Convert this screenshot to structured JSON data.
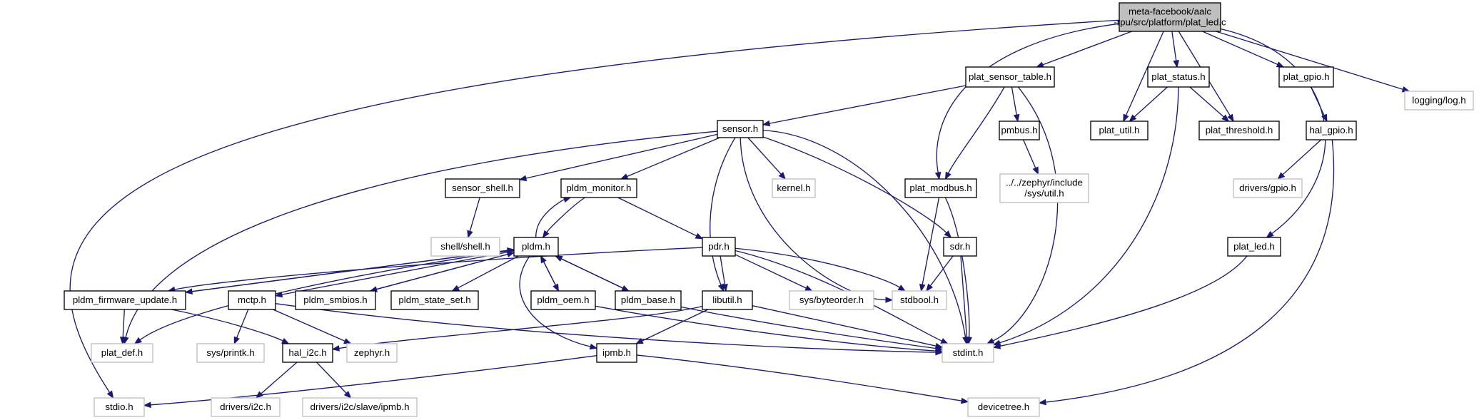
{
  "colors": {
    "edge": "#191970",
    "root_fill": "#bfbfbf",
    "node_fill": "#ffffff",
    "node_border": "#000000",
    "external_border": "#bfbfbf",
    "external_text": "#808080",
    "text": "#000000"
  },
  "nodes": [
    {
      "id": "root",
      "lines": [
        "meta-facebook/aalc",
        "-rpu/src/platform/plat_led.c"
      ],
      "kind": "root"
    },
    {
      "id": "plat_sensor_table",
      "lines": [
        "plat_sensor_table.h"
      ],
      "kind": "internal"
    },
    {
      "id": "plat_status",
      "lines": [
        "plat_status.h"
      ],
      "kind": "internal"
    },
    {
      "id": "plat_gpio",
      "lines": [
        "plat_gpio.h"
      ],
      "kind": "internal"
    },
    {
      "id": "logging_log",
      "lines": [
        "logging/log.h"
      ],
      "kind": "external"
    },
    {
      "id": "sensor",
      "lines": [
        "sensor.h"
      ],
      "kind": "internal"
    },
    {
      "id": "pmbus",
      "lines": [
        "pmbus.h"
      ],
      "kind": "internal"
    },
    {
      "id": "plat_util",
      "lines": [
        "plat_util.h"
      ],
      "kind": "internal"
    },
    {
      "id": "plat_threshold",
      "lines": [
        "plat_threshold.h"
      ],
      "kind": "internal"
    },
    {
      "id": "hal_gpio",
      "lines": [
        "hal_gpio.h"
      ],
      "kind": "internal"
    },
    {
      "id": "sensor_shell",
      "lines": [
        "sensor_shell.h"
      ],
      "kind": "internal"
    },
    {
      "id": "pldm_monitor",
      "lines": [
        "pldm_monitor.h"
      ],
      "kind": "internal"
    },
    {
      "id": "kernel",
      "lines": [
        "kernel.h"
      ],
      "kind": "external"
    },
    {
      "id": "plat_modbus",
      "lines": [
        "plat_modbus.h"
      ],
      "kind": "internal"
    },
    {
      "id": "zephyr_sys_util",
      "lines": [
        "../../zephyr/include",
        "/sys/util.h"
      ],
      "kind": "external"
    },
    {
      "id": "drivers_gpio",
      "lines": [
        "drivers/gpio.h"
      ],
      "kind": "external"
    },
    {
      "id": "shell_shell",
      "lines": [
        "shell/shell.h"
      ],
      "kind": "external"
    },
    {
      "id": "pldm",
      "lines": [
        "pldm.h"
      ],
      "kind": "internal"
    },
    {
      "id": "pdr",
      "lines": [
        "pdr.h"
      ],
      "kind": "internal"
    },
    {
      "id": "sdr",
      "lines": [
        "sdr.h"
      ],
      "kind": "internal"
    },
    {
      "id": "plat_led",
      "lines": [
        "plat_led.h"
      ],
      "kind": "internal"
    },
    {
      "id": "pldm_firmware_update",
      "lines": [
        "pldm_firmware_update.h"
      ],
      "kind": "internal"
    },
    {
      "id": "mctp",
      "lines": [
        "mctp.h"
      ],
      "kind": "internal"
    },
    {
      "id": "pldm_smbios",
      "lines": [
        "pldm_smbios.h"
      ],
      "kind": "internal"
    },
    {
      "id": "pldm_state_set",
      "lines": [
        "pldm_state_set.h"
      ],
      "kind": "internal"
    },
    {
      "id": "pldm_oem",
      "lines": [
        "pldm_oem.h"
      ],
      "kind": "internal"
    },
    {
      "id": "pldm_base",
      "lines": [
        "pldm_base.h"
      ],
      "kind": "internal"
    },
    {
      "id": "libutil",
      "lines": [
        "libutil.h"
      ],
      "kind": "internal"
    },
    {
      "id": "sys_byteorder",
      "lines": [
        "sys/byteorder.h"
      ],
      "kind": "external"
    },
    {
      "id": "stdbool",
      "lines": [
        "stdbool.h"
      ],
      "kind": "external"
    },
    {
      "id": "plat_def",
      "lines": [
        "plat_def.h"
      ],
      "kind": "external"
    },
    {
      "id": "sys_printk",
      "lines": [
        "sys/printk.h"
      ],
      "kind": "external"
    },
    {
      "id": "hal_i2c",
      "lines": [
        "hal_i2c.h"
      ],
      "kind": "internal"
    },
    {
      "id": "zephyr",
      "lines": [
        "zephyr.h"
      ],
      "kind": "external"
    },
    {
      "id": "stdint",
      "lines": [
        "stdint.h"
      ],
      "kind": "external"
    },
    {
      "id": "ipmb",
      "lines": [
        "ipmb.h"
      ],
      "kind": "internal"
    },
    {
      "id": "stdio",
      "lines": [
        "stdio.h"
      ],
      "kind": "external"
    },
    {
      "id": "drivers_i2c",
      "lines": [
        "drivers/i2c.h"
      ],
      "kind": "external"
    },
    {
      "id": "drivers_i2c_slave_ipmb",
      "lines": [
        "drivers/i2c/slave/ipmb.h"
      ],
      "kind": "external"
    },
    {
      "id": "devicetree",
      "lines": [
        "devicetree.h"
      ],
      "kind": "external"
    }
  ],
  "edges": [
    {
      "from": "root",
      "to": "plat_sensor_table"
    },
    {
      "from": "root",
      "to": "plat_status"
    },
    {
      "from": "root",
      "to": "plat_gpio"
    },
    {
      "from": "root",
      "to": "logging_log"
    },
    {
      "from": "root",
      "to": "plat_util"
    },
    {
      "from": "root",
      "to": "plat_threshold"
    },
    {
      "from": "root",
      "to": "plat_modbus"
    },
    {
      "from": "root",
      "to": "plat_led"
    },
    {
      "from": "root",
      "to": "stdio"
    },
    {
      "from": "plat_sensor_table",
      "to": "sensor"
    },
    {
      "from": "plat_sensor_table",
      "to": "pmbus"
    },
    {
      "from": "plat_sensor_table",
      "to": "plat_modbus"
    },
    {
      "from": "plat_sensor_table",
      "to": "stdint"
    },
    {
      "from": "plat_status",
      "to": "plat_util"
    },
    {
      "from": "plat_status",
      "to": "plat_threshold"
    },
    {
      "from": "plat_status",
      "to": "stdint"
    },
    {
      "from": "plat_gpio",
      "to": "hal_gpio"
    },
    {
      "from": "hal_gpio",
      "to": "drivers_gpio"
    },
    {
      "from": "hal_gpio",
      "to": "devicetree"
    },
    {
      "from": "pmbus",
      "to": "zephyr_sys_util"
    },
    {
      "from": "sensor",
      "to": "sensor_shell"
    },
    {
      "from": "sensor",
      "to": "pldm_monitor"
    },
    {
      "from": "sensor",
      "to": "kernel"
    },
    {
      "from": "sensor",
      "to": "sdr"
    },
    {
      "from": "sensor",
      "to": "stdbool"
    },
    {
      "from": "sensor",
      "to": "stdint"
    },
    {
      "from": "sensor",
      "to": "libutil"
    },
    {
      "from": "sensor",
      "to": "plat_def"
    },
    {
      "from": "sensor_shell",
      "to": "shell_shell"
    },
    {
      "from": "pldm_monitor",
      "to": "pldm"
    },
    {
      "from": "pldm_monitor",
      "to": "pdr"
    },
    {
      "from": "pldm",
      "to": "pldm_monitor"
    },
    {
      "from": "pldm",
      "to": "pldm_firmware_update"
    },
    {
      "from": "pldm",
      "to": "mctp"
    },
    {
      "from": "pldm",
      "to": "pldm_smbios"
    },
    {
      "from": "pldm",
      "to": "pldm_state_set"
    },
    {
      "from": "pldm",
      "to": "pldm_oem"
    },
    {
      "from": "pldm",
      "to": "pldm_base"
    },
    {
      "from": "pldm",
      "to": "ipmb"
    },
    {
      "from": "pldm",
      "to": "plat_def"
    },
    {
      "from": "pldm_firmware_update",
      "to": "pldm"
    },
    {
      "from": "pldm_firmware_update",
      "to": "plat_def"
    },
    {
      "from": "pldm_firmware_update",
      "to": "hal_i2c"
    },
    {
      "from": "pldm_smbios",
      "to": "pldm"
    },
    {
      "from": "pldm_oem",
      "to": "pldm"
    },
    {
      "from": "pldm_oem",
      "to": "stdint"
    },
    {
      "from": "pldm_base",
      "to": "pldm"
    },
    {
      "from": "pldm_base",
      "to": "stdint"
    },
    {
      "from": "pdr",
      "to": "pldm_firmware_update"
    },
    {
      "from": "pdr",
      "to": "libutil"
    },
    {
      "from": "pdr",
      "to": "sys_byteorder"
    },
    {
      "from": "pdr",
      "to": "stdbool"
    },
    {
      "from": "pdr",
      "to": "stdint"
    },
    {
      "from": "sdr",
      "to": "stdbool"
    },
    {
      "from": "sdr",
      "to": "stdint"
    },
    {
      "from": "plat_modbus",
      "to": "stdbool"
    },
    {
      "from": "plat_modbus",
      "to": "stdint"
    },
    {
      "from": "plat_led",
      "to": "stdint"
    },
    {
      "from": "mctp",
      "to": "sys_printk"
    },
    {
      "from": "mctp",
      "to": "zephyr"
    },
    {
      "from": "mctp",
      "to": "stdint"
    },
    {
      "from": "libutil",
      "to": "hal_i2c"
    },
    {
      "from": "libutil",
      "to": "ipmb"
    },
    {
      "from": "libutil",
      "to": "stdint"
    },
    {
      "from": "hal_i2c",
      "to": "drivers_i2c"
    },
    {
      "from": "hal_i2c",
      "to": "drivers_i2c_slave_ipmb"
    },
    {
      "from": "ipmb",
      "to": "stdio"
    },
    {
      "from": "ipmb",
      "to": "devicetree"
    }
  ]
}
